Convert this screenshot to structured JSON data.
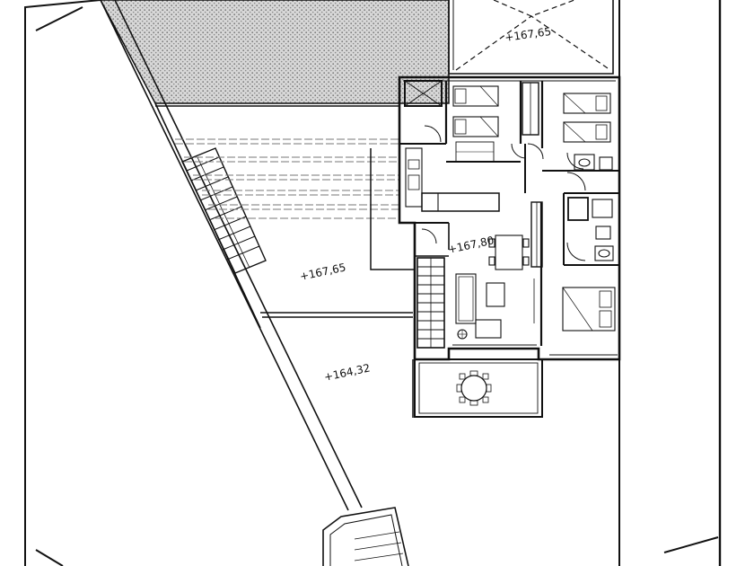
{
  "drawing": {
    "labels": {
      "elev_top": "+167,65",
      "elev_terrace": "+167,65",
      "elev_living": "+167,80",
      "elev_garden": "+164,32"
    },
    "colors": {
      "line": "#111111",
      "hatch": "#9a9a9a",
      "background": "#ffffff"
    }
  }
}
